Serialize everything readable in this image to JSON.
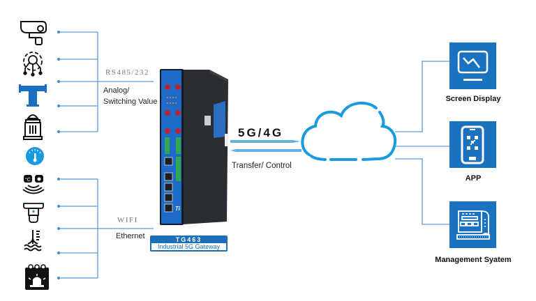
{
  "left_links": {
    "top_protocol": "RS485/232",
    "top_signal_line1": "Analog/",
    "top_signal_line2": "Switching Value",
    "bottom_protocol": "WIFI",
    "bottom_signal": "Ethernet"
  },
  "devices": [
    {
      "name": "camera",
      "icon": "security-camera-icon"
    },
    {
      "name": "smart-sensor",
      "icon": "circuit-gear-icon"
    },
    {
      "name": "pipe",
      "icon": "pipe-tee-icon"
    },
    {
      "name": "fire-hydrant",
      "icon": "fire-hydrant-icon"
    },
    {
      "name": "gauge",
      "icon": "thermometer-gauge-icon"
    },
    {
      "name": "temp-humidity-sensor",
      "icon": "temperature-humidity-sensor-icon"
    },
    {
      "name": "smoke-detector",
      "icon": "smoke-detector-icon"
    },
    {
      "name": "water-level",
      "icon": "water-level-icon"
    },
    {
      "name": "alarm",
      "icon": "alarm-light-icon"
    }
  ],
  "gateway": {
    "model": "TG463",
    "name": "Industrial 5G Gateway"
  },
  "uplink": {
    "network": "5G/4G",
    "label": "Transfer/ Control"
  },
  "cloud": {
    "icon": "cloud-icon"
  },
  "outputs": [
    {
      "label": "Screen Display",
      "icon": "monitor-chart-icon"
    },
    {
      "label": "APP",
      "icon": "smartphone-app-icon"
    },
    {
      "label": "Management Syatem",
      "icon": "management-blueprint-icon"
    }
  ],
  "colors": {
    "line": "#4a90d0",
    "accent": "#1b72c0",
    "cloud": "#1a9be0"
  }
}
